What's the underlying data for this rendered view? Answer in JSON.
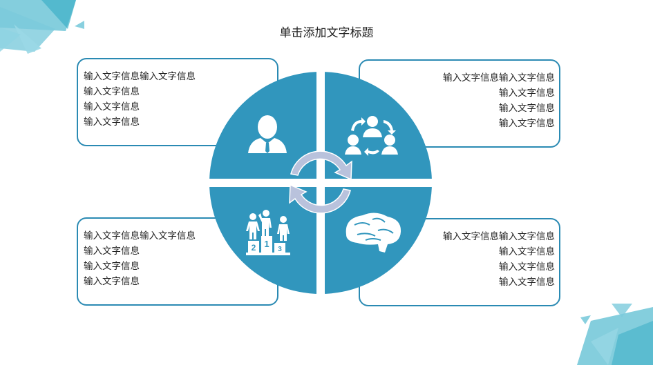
{
  "title": "单击添加文字标题",
  "colors": {
    "accent": "#3196bd",
    "border": "#2a8ab3",
    "arrow": "#b9c2dc",
    "deco": "#5bbdd1"
  },
  "boxes": {
    "top_left": {
      "lines": [
        "输入文字信息输入文字信息",
        "输入文字信息",
        "输入文字信息",
        "输入文字信息"
      ]
    },
    "top_right": {
      "lines": [
        "输入文字信息输入文字信息",
        "输入文字信息",
        "输入文字信息",
        "输入文字信息"
      ]
    },
    "bottom_left": {
      "lines": [
        "输入文字信息输入文字信息",
        "输入文字信息",
        "输入文字信息",
        "输入文字信息"
      ]
    },
    "bottom_right": {
      "lines": [
        "输入文字信息输入文字信息",
        "输入文字信息",
        "输入文字信息",
        "输入文字信息"
      ]
    }
  },
  "quadrants": [
    {
      "position": "top-left",
      "icon": "businessman-icon"
    },
    {
      "position": "top-right",
      "icon": "team-exchange-icon"
    },
    {
      "position": "bottom-left",
      "icon": "podium-icon",
      "podium_labels": [
        "2",
        "1",
        "3"
      ]
    },
    {
      "position": "bottom-right",
      "icon": "brain-icon"
    }
  ],
  "center": {
    "icon": "cycle-arrows-icon"
  }
}
